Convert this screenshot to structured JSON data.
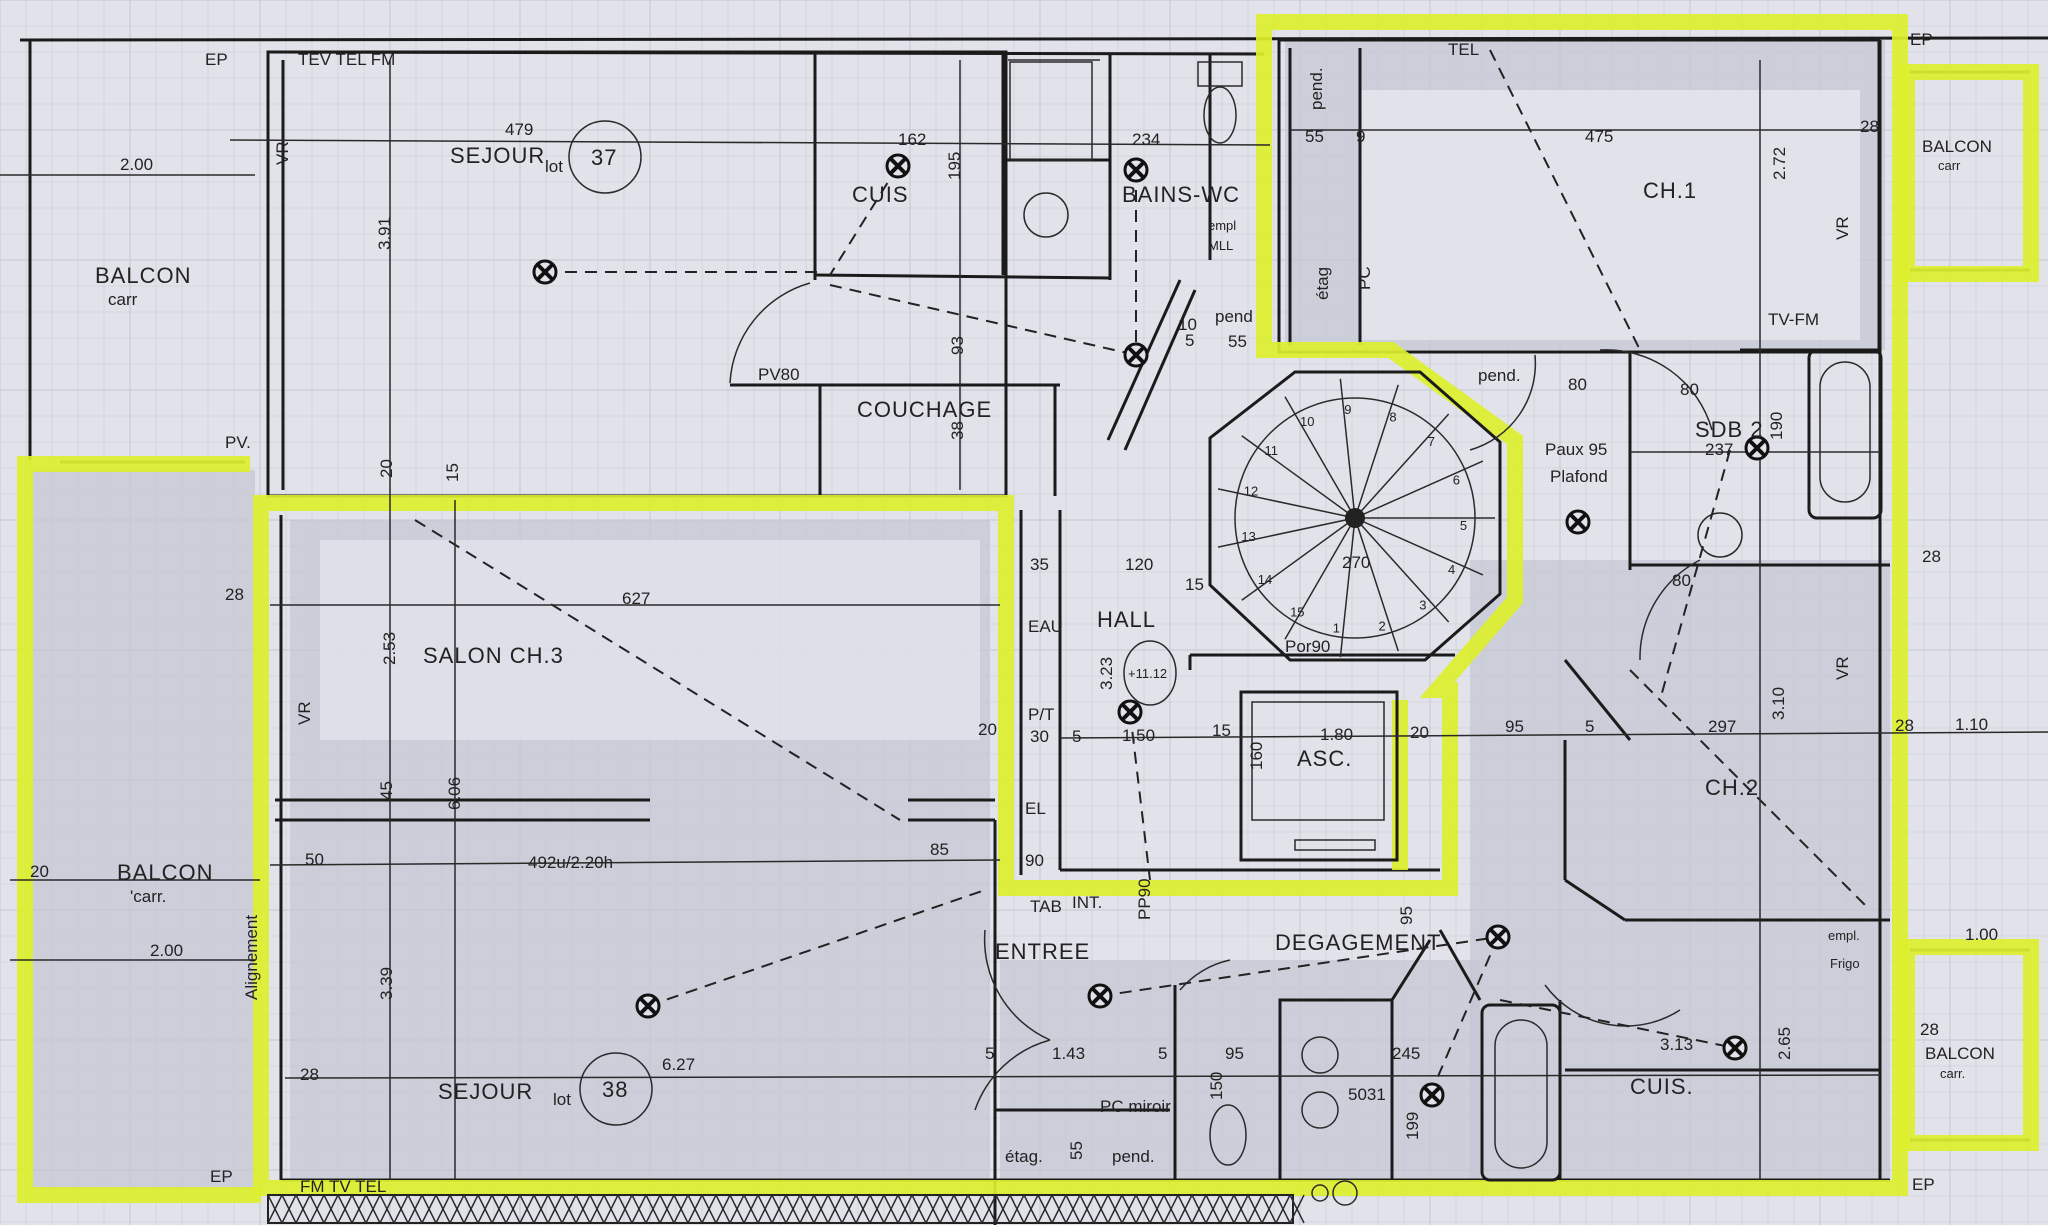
{
  "colors": {
    "paper": "#e2e3ea",
    "highlight": "#dcef2c",
    "ink": "#1b1b1b",
    "shade": "#c4c7d3"
  },
  "rooms": {
    "sejour37": "SEJOUR",
    "lot_a": "lot",
    "lot37": "37",
    "balcon_nw": "BALCON",
    "carr_nw": "carr",
    "cuis1": "CUIS",
    "bains": "BAINS-WC",
    "couchage": "COUCHAGE",
    "ch1": "CH.1",
    "balcon_ne": "BALCON",
    "carr_ne": "carr",
    "sdb2": "SDB 2",
    "hall": "HALL",
    "level": "+11.12",
    "asc": "ASC.",
    "salon": "SALON  CH.3",
    "balcon_w": "BALCON",
    "carr_w": "'carr.",
    "entree": "ENTREE",
    "degagement": "DEGAGEMENT",
    "sejour38": "SEJOUR",
    "lot_b": "lot",
    "lot38": "38",
    "cuis2": "CUIS.",
    "ch2": "CH.2",
    "balcon_se": "BALCON",
    "carr_se": "carr.",
    "empl_frigo_1": "empl.",
    "empl_frigo_2": "Frigo",
    "empl_mll_1": "empl",
    "empl_mll_2": "MLL"
  },
  "dims": [
    "479",
    "2.00",
    "162",
    "234",
    "195",
    "93",
    "38",
    "3.91",
    "20",
    "PV80",
    "PV.",
    "15",
    "475",
    "2.72",
    "55",
    "9",
    "pend.",
    "étag",
    "PC",
    "TEL",
    "28",
    "pend.",
    "TV-FM",
    "237",
    "190",
    "Paux 95",
    "Plafond",
    "80",
    "80",
    "80",
    "28",
    "120",
    "35",
    "15",
    "3.23",
    "270",
    "EAU",
    "P/T",
    "30",
    "5",
    "1.50",
    "15",
    "1.80",
    "20",
    "160",
    "EL",
    "90",
    "TAB",
    "INT.",
    "PP90",
    "Por90",
    "627",
    "2.53",
    "28",
    "45",
    "6.06",
    "50",
    "492u/2.20h",
    "85",
    "20",
    "20",
    "2.00",
    "3.39",
    "Alignement",
    "95",
    "6.27",
    "28",
    "1.43",
    "5",
    "5",
    "95",
    "150",
    "PC miroir",
    "étag.",
    "55",
    "pend.",
    "5031",
    "245",
    "199",
    "3.13",
    "2.65",
    "297",
    "95",
    "5",
    "3.10",
    "28",
    "1.10",
    "1.00",
    "28",
    "EP",
    "EP",
    "EP",
    "EP",
    "TEV TEL FM",
    "FM TV TEL",
    "pend",
    "55",
    "10",
    "5",
    "VR",
    "VR",
    "VR",
    "VR"
  ],
  "stair_steps": [
    "1",
    "2",
    "3",
    "4",
    "5",
    "6",
    "7",
    "8",
    "9",
    "10",
    "11",
    "12",
    "13",
    "14",
    "15"
  ]
}
